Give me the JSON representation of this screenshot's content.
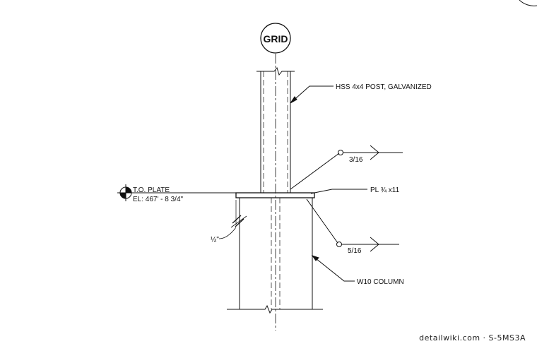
{
  "grid_bubble": {
    "label": "GRID"
  },
  "elevation": {
    "title": "T.O. PLATE",
    "value": "EL: 467' - 8 3/4\""
  },
  "callouts": {
    "post": "HSS  4x4 POST, GALVANIZED",
    "weld_top": "3/16",
    "plate": "PL ¾ x11",
    "weld_bottom": "5/16",
    "column": "W10 COLUMN",
    "offset": "½\""
  },
  "footer": {
    "credit": "detailwiki.com · S-5MS3A"
  },
  "colors": {
    "line": "#111111",
    "background": "#ffffff"
  }
}
